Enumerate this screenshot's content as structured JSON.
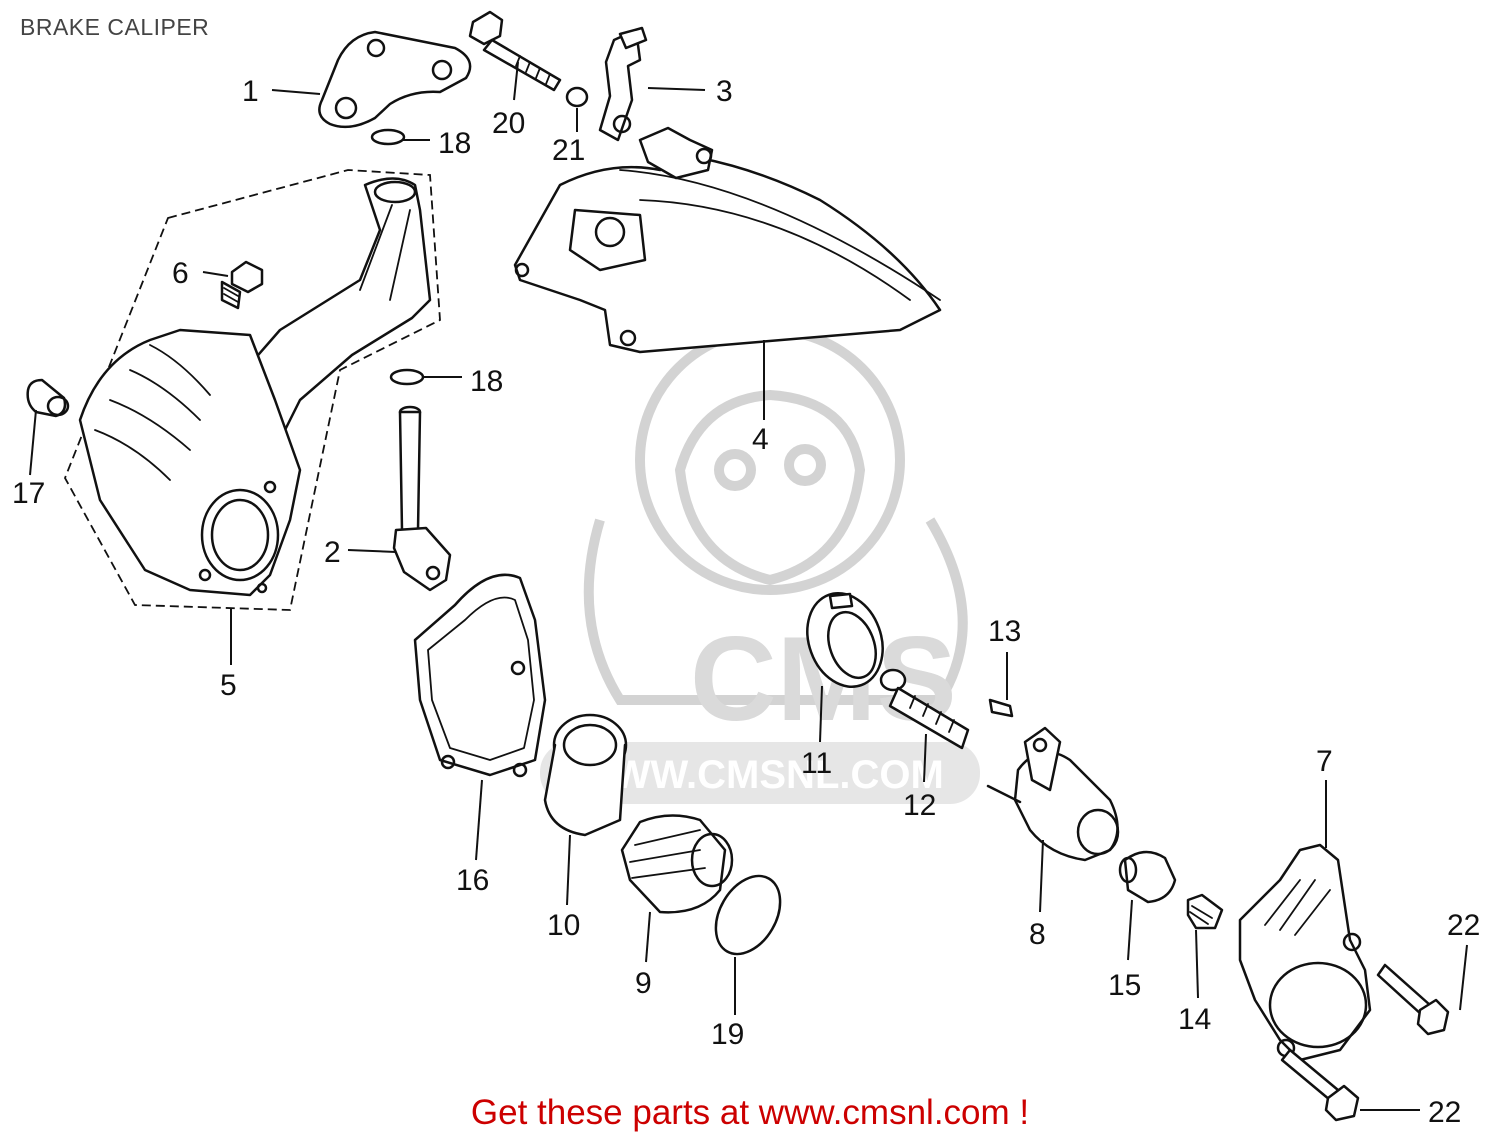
{
  "page": {
    "title": "BRAKE CALIPER",
    "footer": "Get these parts at www.cmsnl.com !"
  },
  "watermark": {
    "logo_text": "CMS",
    "url_text": "WWW.CMSNL.COM"
  },
  "callouts": [
    {
      "id": "p1",
      "label": "1"
    },
    {
      "id": "p2",
      "label": "2"
    },
    {
      "id": "p3",
      "label": "3"
    },
    {
      "id": "p4",
      "label": "4"
    },
    {
      "id": "p5",
      "label": "5"
    },
    {
      "id": "p6",
      "label": "6"
    },
    {
      "id": "p7",
      "label": "7"
    },
    {
      "id": "p8",
      "label": "8"
    },
    {
      "id": "p9",
      "label": "9"
    },
    {
      "id": "p10",
      "label": "10"
    },
    {
      "id": "p11",
      "label": "11"
    },
    {
      "id": "p12",
      "label": "12"
    },
    {
      "id": "p13",
      "label": "13"
    },
    {
      "id": "p14",
      "label": "14"
    },
    {
      "id": "p15",
      "label": "15"
    },
    {
      "id": "p16",
      "label": "16"
    },
    {
      "id": "p17",
      "label": "17"
    },
    {
      "id": "p18a",
      "label": "18"
    },
    {
      "id": "p18b",
      "label": "18"
    },
    {
      "id": "p19",
      "label": "19"
    },
    {
      "id": "p20",
      "label": "20"
    },
    {
      "id": "p21",
      "label": "21"
    },
    {
      "id": "p22a",
      "label": "22"
    },
    {
      "id": "p22b",
      "label": "22"
    }
  ],
  "colors": {
    "footer": "#cc0000",
    "title": "#444444",
    "watermark": "#d6d6d6"
  }
}
